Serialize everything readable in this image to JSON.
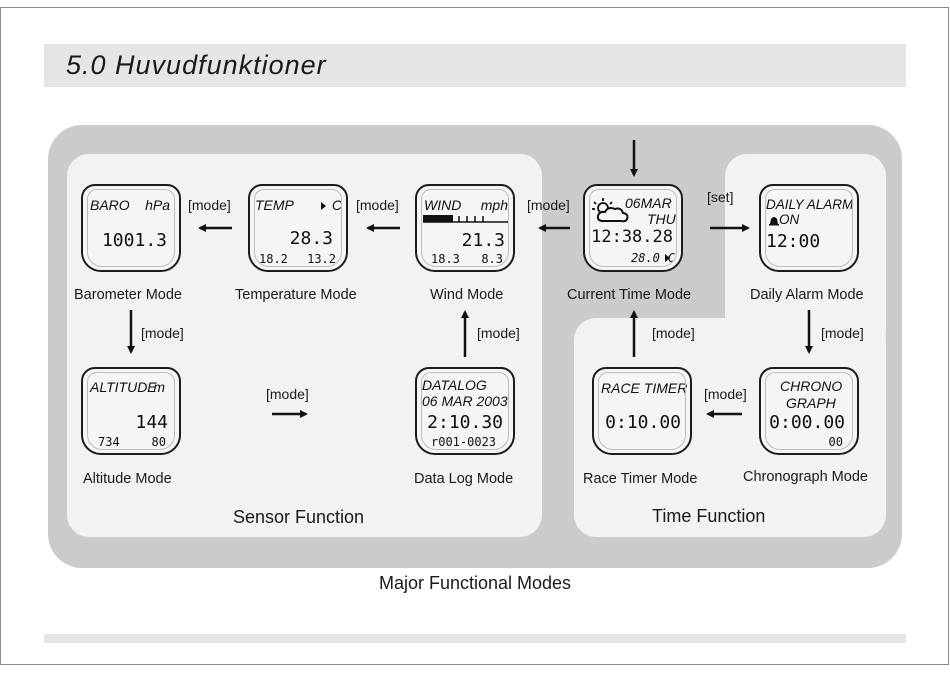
{
  "page_title": "5.0  Huvudfunktioner",
  "caption": "Major Functional Modes",
  "groups": {
    "sensor": "Sensor Function",
    "time": "Time Function"
  },
  "modes": {
    "barometer": {
      "label": "Barometer Mode",
      "top_left": "BARO",
      "top_right": "hPa",
      "value": "1001.3"
    },
    "temperature": {
      "label": "Temperature Mode",
      "top_left": "TEMP",
      "unit": "C",
      "value": "28.3",
      "min": "18.2",
      "max": "13.2"
    },
    "wind": {
      "label": "Wind Mode",
      "top_left": "WIND",
      "top_right": "mph",
      "value": "21.3",
      "low": "18.3",
      "high": "8.3"
    },
    "current_time": {
      "label": "Current Time Mode",
      "date": "06MAR",
      "weekday": "THU",
      "time": "12:38.28",
      "temp": "28.0",
      "unit": "C"
    },
    "daily_alarm": {
      "label": "Daily Alarm Mode",
      "line1": "DAILY ALARM",
      "line2": "ON",
      "time": "12:00"
    },
    "altitude": {
      "label": "Altitude Mode",
      "top_left": "ALTITUDE",
      "unit": "m",
      "value": "144",
      "low": "734",
      "high": "80"
    },
    "data_log": {
      "label": "Data Log Mode",
      "line1": "DATALOG",
      "line2": "06 MAR 2003",
      "time": "2:10.30",
      "record": "r001-0023"
    },
    "race_timer": {
      "label": "Race Timer Mode",
      "line1": "RACE  TIMER",
      "time": "0:10.00"
    },
    "chronograph": {
      "label": "Chronograph Mode",
      "line1": "CHRONO",
      "line2": "GRAPH",
      "time": "0:00.00",
      "sub": "00"
    }
  },
  "transitions": {
    "mode": "[mode]",
    "set": "[set]"
  },
  "icons": [
    "weather-icon",
    "bell-icon",
    "triangle-icon",
    "arrow-icon"
  ]
}
